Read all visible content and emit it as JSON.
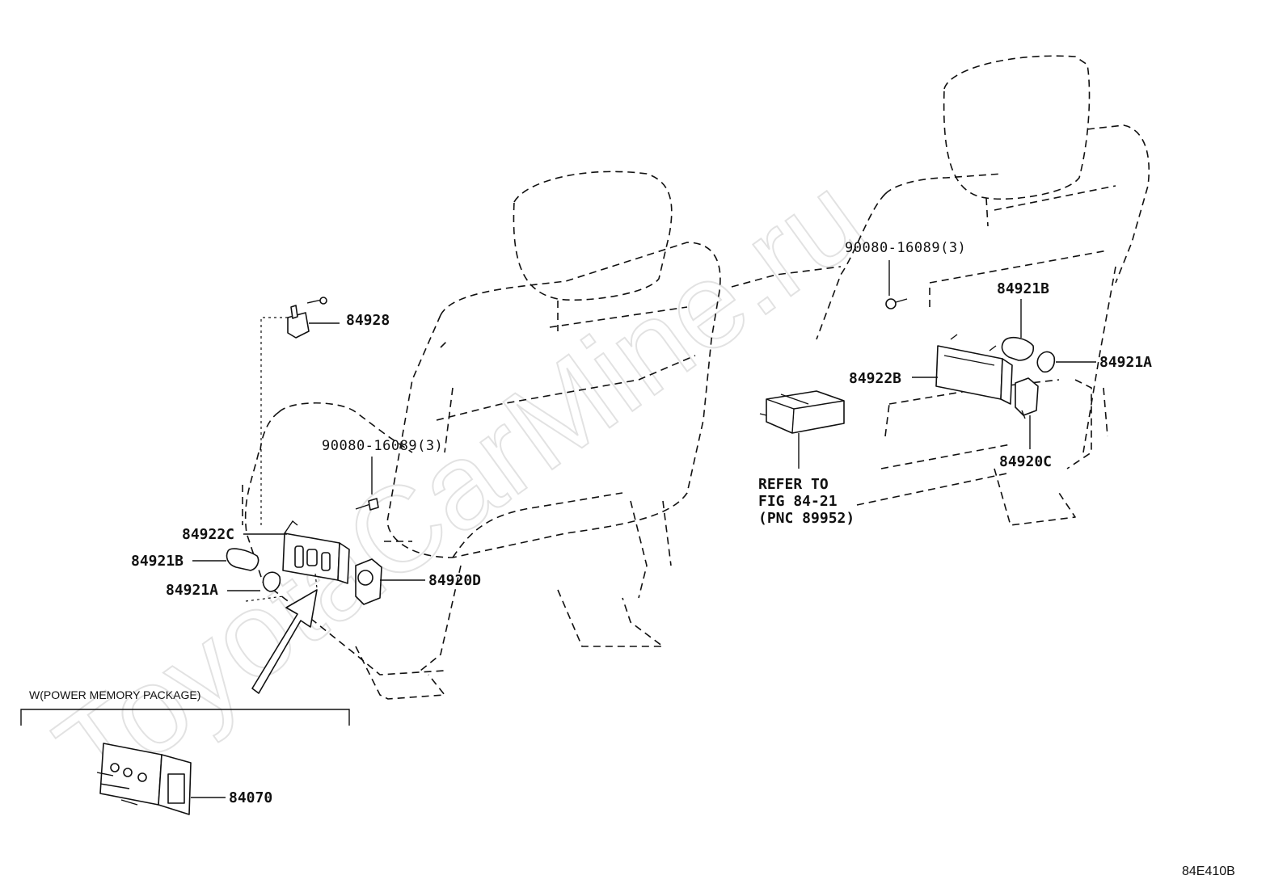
{
  "watermark": "ToyotaCarMine.ru",
  "figure_code": "84E410B",
  "left_seat": {
    "part_84928": "84928",
    "bolt_label": "90080-16089(3)",
    "part_84922C": "84922C",
    "part_84921B": "84921B",
    "part_84921A": "84921A",
    "part_84920D": "84920D"
  },
  "right_seat": {
    "bolt_label": "90080-16089(3)",
    "part_84921B": "84921B",
    "part_84921A": "84921A",
    "part_84922B": "84922B",
    "part_84920C": "84920C"
  },
  "refer_note": {
    "line1": "REFER TO",
    "line2": "FIG 84-21",
    "line3": "(PNC 89952)"
  },
  "package": {
    "label": "W(POWER MEMORY PACKAGE)",
    "part_84070": "84070"
  }
}
